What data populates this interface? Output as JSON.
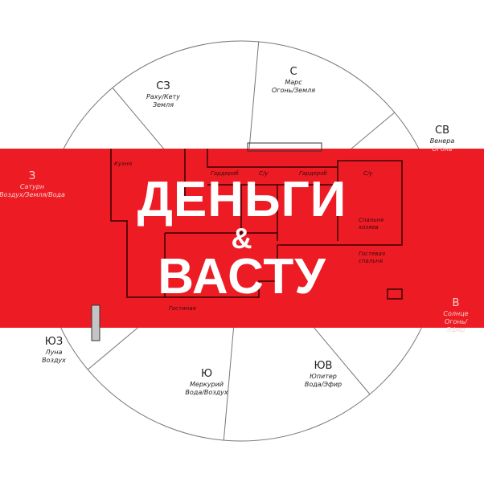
{
  "colors": {
    "band": "#ed1c24",
    "lines": "#666666"
  },
  "title": {
    "line1": "ДЕНЬГИ",
    "amp": "&",
    "line2": "ВАСТУ"
  },
  "sectors": [
    {
      "dir": "СЗ",
      "planet": "Раху/Кету",
      "element": "Земля"
    },
    {
      "dir": "С",
      "planet": "Марс",
      "element": "Огонь/Земля"
    },
    {
      "dir": "СВ",
      "planet": "Венера",
      "element": "Огонь"
    },
    {
      "dir": "З",
      "planet": "Сатурн",
      "element": "Воздух/Земля/Вода"
    },
    {
      "dir": "В",
      "planet": "Солнце",
      "element": "Огонь/Эфир"
    },
    {
      "dir": "ЮЗ",
      "planet": "Луна",
      "element": "Воздух"
    },
    {
      "dir": "Ю",
      "planet": "Меркурий",
      "element": "Вода/Воздух"
    },
    {
      "dir": "ЮВ",
      "planet": "Юпитер",
      "element": "Вода/Эфир"
    }
  ],
  "rooms": [
    "Кухня",
    "Гардероб",
    "С/у",
    "Гардероб",
    "С/у",
    "Гостиная",
    "Гостевая спальня",
    "Спальня хозяев"
  ]
}
